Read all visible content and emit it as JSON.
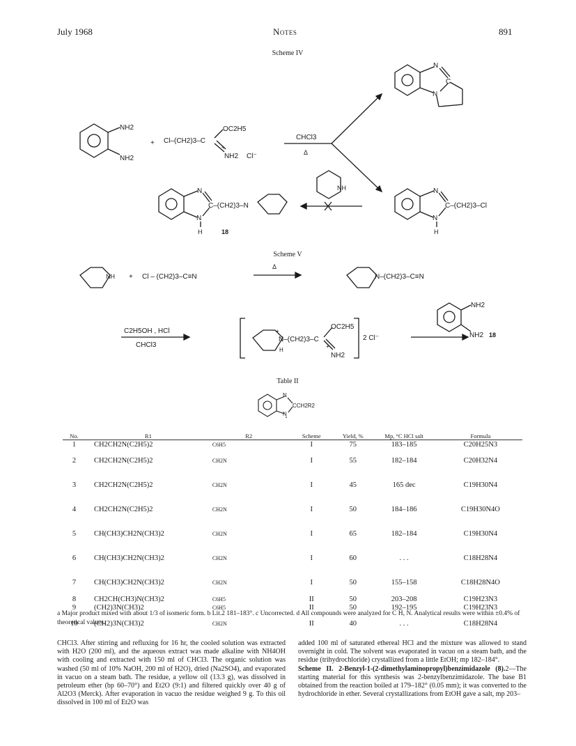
{
  "header": {
    "date": "July 1968",
    "section": "Notes",
    "page": "891"
  },
  "scheme4": {
    "title": "Scheme IV",
    "nh2_top": "NH2",
    "nh2_bottom": "NH2",
    "plus": "+",
    "chain": "Cl–(CH2)3–C",
    "oc2h5": "OC2H5",
    "nh2plus": "NH2",
    "cl_minus": "Cl⁻",
    "reagent": "CHCl3",
    "heat": "Δ",
    "atom_n": "N",
    "atom_c": "C",
    "atom_h": "H",
    "nh": "NH",
    "compound_label": "18",
    "left_product_chain": "C–(CH2)3–N",
    "right_product_chain": "C–(CH2)3–Cl"
  },
  "scheme5": {
    "title": "Scheme V",
    "nh": "NH",
    "plus": "+",
    "nitrile": "Cl – (CH2)3–C≡N",
    "heat": "Δ",
    "product_chain": "N–(CH2)3–C≡N",
    "reagent_line1": "C2H5OH , HCl",
    "reagent_line2": "CHCl3",
    "salt_chain": "N–(CH2)3–C",
    "oc2h5": "OC2H5",
    "nh2": "NH2",
    "charge": "+",
    "h": "H",
    "counter": "2 Cl⁻",
    "nh2_top": "NH2",
    "nh2_bottom": "NH2",
    "compound_label": "18"
  },
  "table": {
    "title": "Table II",
    "structure_atom_n": "N",
    "structure_sub": "CCH2R2",
    "structure_r1": "R1",
    "headers": {
      "no": "No.",
      "r1": "R1",
      "r2": "R2",
      "scheme": "Scheme",
      "yield": "Yield, %",
      "mp": "Mp, °C HCl salt",
      "formula": "Formula"
    },
    "rows": [
      {
        "no": "1",
        "r1": "CH2CH2N(C2H5)2",
        "r2": "C6H5",
        "scheme": "I",
        "yield": "75",
        "mp": "183–185",
        "formula": "C20H25N3"
      },
      {
        "no": "2",
        "r1": "CH2CH2N(C2H5)2",
        "r2": "CH2N",
        "scheme": "I",
        "yield": "55",
        "mp": "182–184",
        "formula": "C20H32N4"
      },
      {
        "no": "3",
        "r1": "CH2CH2N(C2H5)2",
        "r2": "CH2N",
        "scheme": "I",
        "yield": "45",
        "mp": "165 dec",
        "formula": "C19H30N4"
      },
      {
        "no": "4",
        "r1": "CH2CH2N(C2H5)2",
        "r2": "CH2N",
        "scheme": "I",
        "yield": "50",
        "mp": "184–186",
        "formula": "C19H30N4O"
      },
      {
        "no": "5",
        "r1": "CH(CH3)CH2N(CH3)2",
        "r2": "CH2N",
        "scheme": "I",
        "yield": "65",
        "mp": "182–184",
        "formula": "C19H30N4"
      },
      {
        "no": "6",
        "r1": "CH(CH3)CH2N(CH3)2",
        "r2": "CH2N",
        "scheme": "I",
        "yield": "60",
        "mp": ". . .",
        "formula": "C18H28N4"
      },
      {
        "no": "7",
        "r1": "CH(CH3)CH2N(CH3)2",
        "r2": "CH2N",
        "scheme": "I",
        "yield": "50",
        "mp": "155–158",
        "formula": "C18H28N4O"
      },
      {
        "no": "8",
        "r1": "CH2CH(CH3)N(CH3)2",
        "r2": "C6H5",
        "scheme": "II",
        "yield": "50",
        "mp": "203–208",
        "formula": "C19H23N3"
      },
      {
        "no": "9",
        "r1": "(CH2)3N(CH3)2",
        "r2": "C6H5",
        "scheme": "II",
        "yield": "50",
        "mp": "192–195",
        "formula": "C19H23N3"
      },
      {
        "no": "10",
        "r1": "(CH2)3N(CH3)2",
        "r2": "CH2N",
        "scheme": "II",
        "yield": "40",
        "mp": ". . .",
        "formula": "C18H28N4"
      }
    ],
    "footnote": "a Major product mixed with about 1/3 of isomeric form. b Lit.2 181–183°. c Uncorrected. d All compounds were analyzed for C H, N. Analytical results were within ±0.4% of theoretical values."
  },
  "body": {
    "left": "CHCl3. After stirring and refluxing for 16 hr, the cooled solution was extracted with H2O (200 ml), and the aqueous extract was made alkaline with NH4OH with cooling and extracted with 150 ml of CHCl3. The organic solution was washed (50 ml of 10% NaOH, 200 ml of H2O), dried (Na2SO4), and evaporated in vacuo on a steam bath. The residue, a yellow oil (13.3 g), was dissolved in petroleum ether (bp 60–70°) and Et2O (9:1) and filtered quickly over 40 g of Al2O3 (Merck). After evaporation in vacuo the residue weighed 9 g. To this oil dissolved in 100 ml of Et2O was",
    "right_intro": "added 100 ml of saturated ethereal HCl and the mixture was allowed to stand overnight in cold. The solvent was evaporated in vacuo on a steam bath, and the residue (trihydrochloride) crystallized from a little EtOH; mp 182–184°.",
    "right_heading": "Scheme II. 2-Benzyl-1-(2-dimethylaminopropyl)benzimidazole (8).",
    "right_text": "2—The starting material for this synthesis was 2-benzylbenzimidazole. The base B1 obtained from the reaction boiled at 179–182° (0.05 mm); it was converted to the hydrochloride in ether. Several crystallizations from EtOH gave a salt, mp 203–"
  }
}
